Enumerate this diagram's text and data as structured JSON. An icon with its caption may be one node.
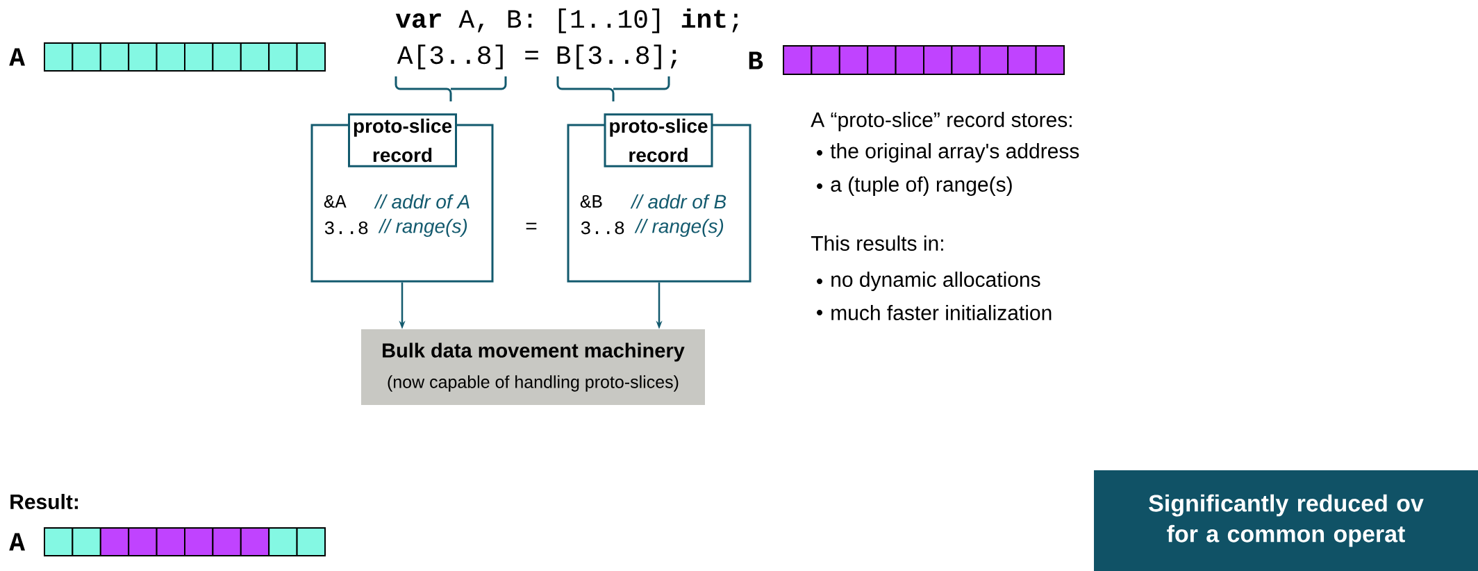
{
  "diagram": {
    "nodes": [
      {
        "text": [
          "&A",
          "// addr of A",
          "3..8",
          "// range(s)"
        ]
      },
      {
        "text": [
          "proto-slice record"
        ]
      },
      {
        "text": [
          "&B",
          "// addr of B",
          "3..8",
          "// range(s)"
        ]
      },
      {
        "text": [
          "proto-slice record"
        ]
      },
      {
        "text": [
          "Bulk data movement machinery",
          "(now capable of handling proto-slices)"
        ]
      },
      {
        "text": [
          "Significantly reduced ov for a common operat"
        ]
      }
    ],
    "edges": [
      {
        "from": 0,
        "to": 4,
        "arrow": "to"
      },
      {
        "from": 2,
        "to": 4,
        "arrow": "to"
      }
    ],
    "labels": [
      "**var** A, B: [1..10] **int**;",
      "A",
      "A[3..8] = B[3..8];",
      "B",
      "=",
      "A “proto-slice” record stores:",
      "the original array's address",
      "a (tuple of) range(s)",
      "This results in:",
      "no dynamic allocations",
      "much faster initialization",
      "Result:",
      "A"
    ]
  }
}
